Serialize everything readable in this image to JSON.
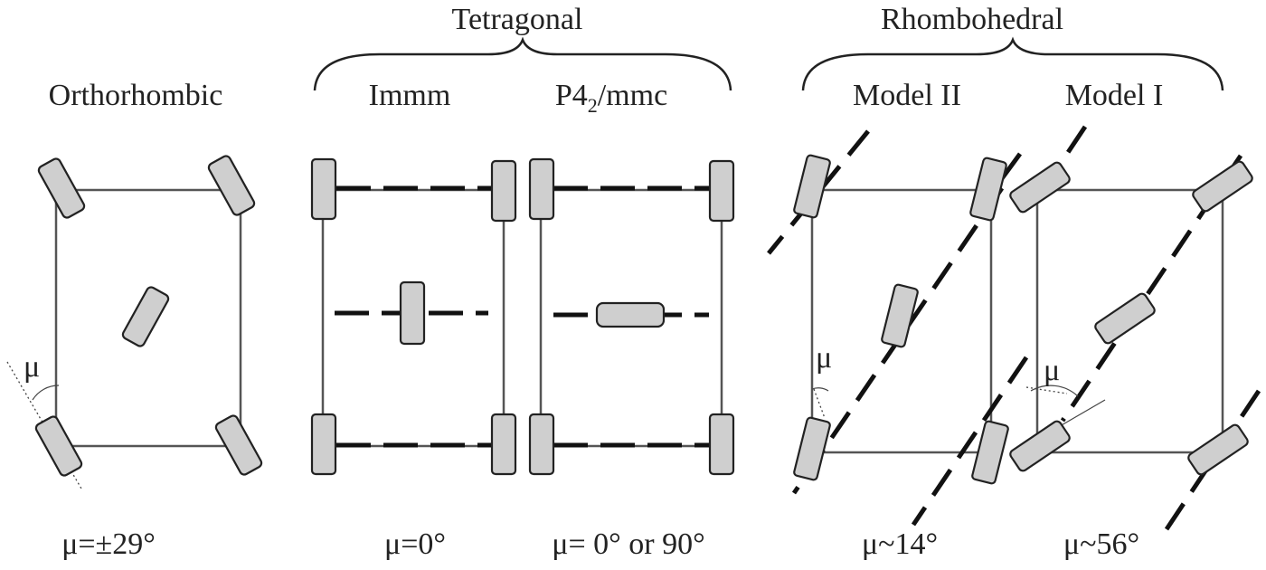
{
  "headers": {
    "tetragonal": "Tetragonal",
    "rhombohedral": "Rhombohedral",
    "orthorhombic": "Orthorhombic"
  },
  "panels": {
    "immm": "Immm",
    "p42_main": "P4",
    "p42_sub": "2",
    "p42_rest": "/mmc",
    "model2": "Model II",
    "model1": "Model I"
  },
  "angle_symbol": "μ",
  "equations": {
    "orthorhombic": "μ=±29°",
    "immm": "μ=0°",
    "p42mmc": "μ= 0° or 90°",
    "model2": "μ~14°",
    "model1": "μ~56°"
  }
}
